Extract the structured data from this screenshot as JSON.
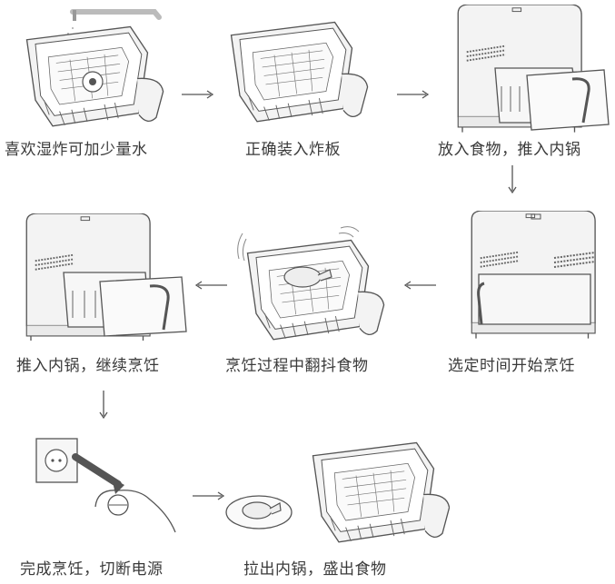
{
  "steps": [
    {
      "id": 1,
      "caption": "喜欢湿炸可加少量水"
    },
    {
      "id": 2,
      "caption": "正确装入炸板"
    },
    {
      "id": 3,
      "caption": "放入食物，推入内锅"
    },
    {
      "id": 4,
      "caption": "选定时间开始烹饪"
    },
    {
      "id": 5,
      "caption": "烹饪过程中翻抖食物"
    },
    {
      "id": 6,
      "caption": "推入内锅，继续烹饪"
    },
    {
      "id": 7,
      "caption": "完成烹饪，切断电源"
    },
    {
      "id": 8,
      "caption": "拉出内锅，盛出食物"
    }
  ],
  "colors": {
    "line": "#555555",
    "fill": "#f1f1f1",
    "dark": "#7a7a7a"
  }
}
